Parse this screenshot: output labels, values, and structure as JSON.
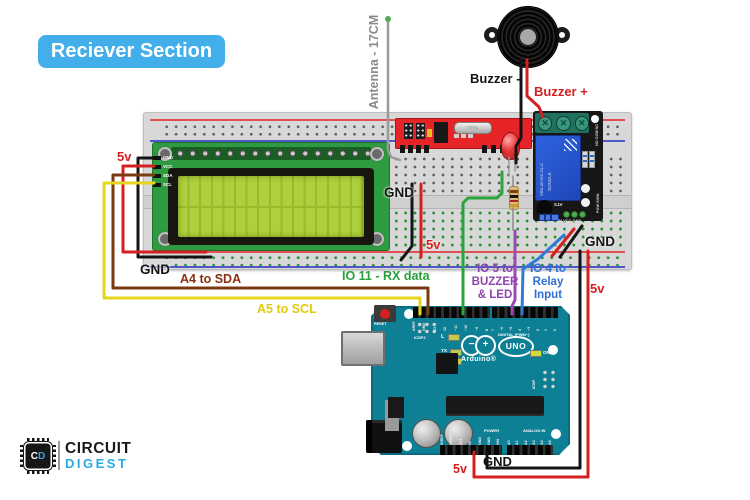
{
  "title": "Reciever Section",
  "annotations": {
    "antenna": "Antenna - 17CM",
    "buzzer_neg": "Buzzer -",
    "buzzer_pos": "Buzzer +",
    "lcd_5v": "5v",
    "lcd_gnd": "GND",
    "a4_sda": "A4 to SDA",
    "a5_scl": "A5 to SCL",
    "io11": "IO 11 - RX data",
    "mid_gnd": "GND",
    "mid_5v": "5v",
    "io5": "IO 5 to\nBUZZER\n& LED",
    "io4": "IO 4 to\nRelay\nInput",
    "relay_gnd": "GND",
    "right_5v": "5v",
    "uno_5v": "5v",
    "uno_gnd": "GND"
  },
  "lcd": {
    "pins": [
      "GND",
      "VCC",
      "SDA",
      "SCL"
    ]
  },
  "rf": {
    "crystal": "XTAL"
  },
  "relay": {
    "body_line1": "SRD-05VDC-SL-C",
    "body_line2": "SONGLE",
    "side_top": "NO COM NC",
    "side_bottom": "POW SIGN",
    "transistor": "ATS",
    "pins": "IN VCC GND"
  },
  "arduino": {
    "reset": "RESET",
    "icsp2": "ICSP2",
    "icsp": "ICSP",
    "led_l": "L",
    "led_tx": "TX",
    "led_rx": "RX",
    "led_on": "ON",
    "brand": "Arduino®",
    "model": "UNO",
    "digital_label": "DIGITAL (PWM~)",
    "digital_pins_left": "AREF GND 13 12 ~11 ~10 ~9 8",
    "digital_pins_right": "7 ~6 ~5 4 ~3 2 1 0",
    "power_label": "POWER",
    "power_pins": "IOREF RESET 3V3 5V GND GND VIN",
    "analog_label": "ANALOG IN",
    "analog_pins": "A0 A1 A2 A3 A4 A5"
  },
  "logo": {
    "chip": "CD",
    "line1": "CIRCUIT",
    "line2": "DIGEST"
  },
  "colors": {
    "badge": "#42aeea",
    "wire_red": "#d42020",
    "wire_black": "#141414",
    "wire_green": "#2aa43c",
    "wire_yellow": "#e6d41e",
    "wire_brown": "#7c3a12",
    "wire_purple": "#9a4ab0",
    "wire_blue": "#2f7bd8",
    "wire_gray": "#9a9a9a",
    "brand_blue": "#29abe2",
    "lcd_screen": "#aed03c",
    "arduino_teal": "#0e8095"
  }
}
